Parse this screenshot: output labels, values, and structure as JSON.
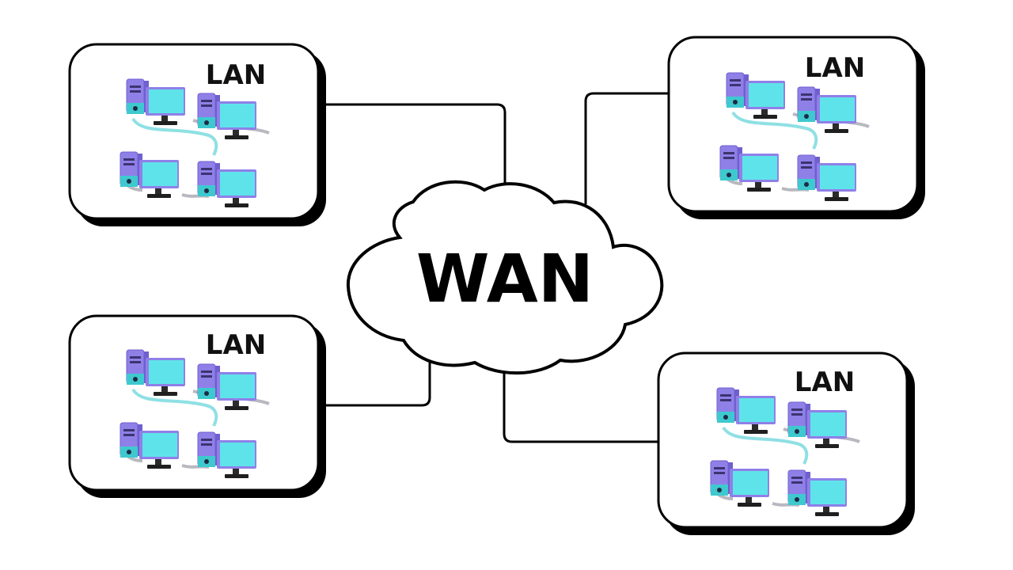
{
  "wan": {
    "label": "WAN"
  },
  "lans": [
    {
      "label": "LAN"
    },
    {
      "label": "LAN"
    },
    {
      "label": "LAN"
    },
    {
      "label": "LAN"
    }
  ],
  "colors": {
    "outline": "#000000",
    "shadow": "#111111",
    "tower_purple": "#8f80e8",
    "tower_purple_dark": "#6f5fcf",
    "monitor_cyan": "#5fe3ea",
    "base_teal": "#3ec9cf",
    "cable_teal": "#8fe0e4",
    "cable_gray": "#b8b8c0"
  },
  "icons": [
    "computer-icon",
    "network-cable-icon",
    "cloud-icon"
  ]
}
